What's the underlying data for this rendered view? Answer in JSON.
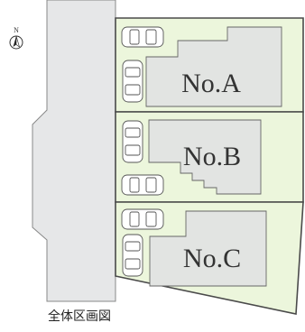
{
  "north": {
    "label": "N",
    "icon": "north-arrow-icon"
  },
  "lots": [
    {
      "id": "A",
      "label": "No.A"
    },
    {
      "id": "B",
      "label": "No.B"
    },
    {
      "id": "C",
      "label": "No.C"
    }
  ],
  "caption": "全体区画図",
  "colors": {
    "road": "#e6e7e8",
    "lot_fill": "#ecf6dc",
    "building_fill": "#e2e4e2",
    "border": "#4a4a4a"
  }
}
